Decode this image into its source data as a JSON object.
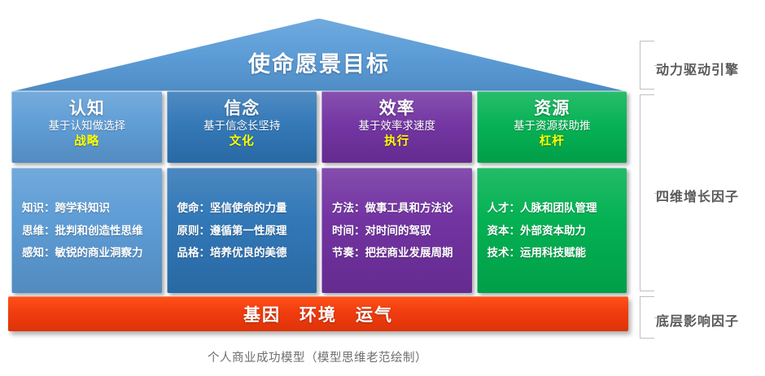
{
  "roof": {
    "title": "使命愿景目标"
  },
  "columns": [
    {
      "id": "cognition",
      "color": "#5B9BD5",
      "title": "认知",
      "subtitle": "基于认知做选择",
      "keyword": "战略",
      "items": [
        "知识：跨学科知识",
        "思维：批判和创造性思维",
        "感知：敏锐的商业洞察力"
      ]
    },
    {
      "id": "belief",
      "color": "#2E75B6",
      "title": "信念",
      "subtitle": "基于信念长坚持",
      "keyword": "文化",
      "items": [
        "使命：坚信使命的力量",
        "原则：遵循第一性原理",
        "品格：培养优良的美德"
      ]
    },
    {
      "id": "efficiency",
      "color": "#7030A0",
      "title": "效率",
      "subtitle": "基于效率求速度",
      "keyword": "执行",
      "items": [
        "方法：做事工具和方法论",
        "时间：对时间的驾驭",
        "节奏：把控商业发展周期"
      ]
    },
    {
      "id": "resource",
      "color": "#00B050",
      "title": "资源",
      "subtitle": "基于资源获助推",
      "keyword": "杠杆",
      "items": [
        "人才：人脉和团队管理",
        "资本：外部资本助力",
        "技术：运用科技赋能"
      ]
    }
  ],
  "foundation": {
    "text": "基因　环境　运气",
    "color": "#F03C10"
  },
  "side_labels": [
    {
      "id": "engine",
      "text": "动力驱动引擎"
    },
    {
      "id": "factors",
      "text": "四维增长因子"
    },
    {
      "id": "underlying",
      "text": "底层影响因子"
    }
  ],
  "caption": {
    "text": "个人商业成功模型（模型思维老范绘制）"
  },
  "theme": {
    "keyword_color": "#FFFF00",
    "side_label_color": "#595959",
    "bracket_color": "#BFBFBF",
    "caption_color": "#6E6E6E",
    "background": "#FFFFFF"
  }
}
